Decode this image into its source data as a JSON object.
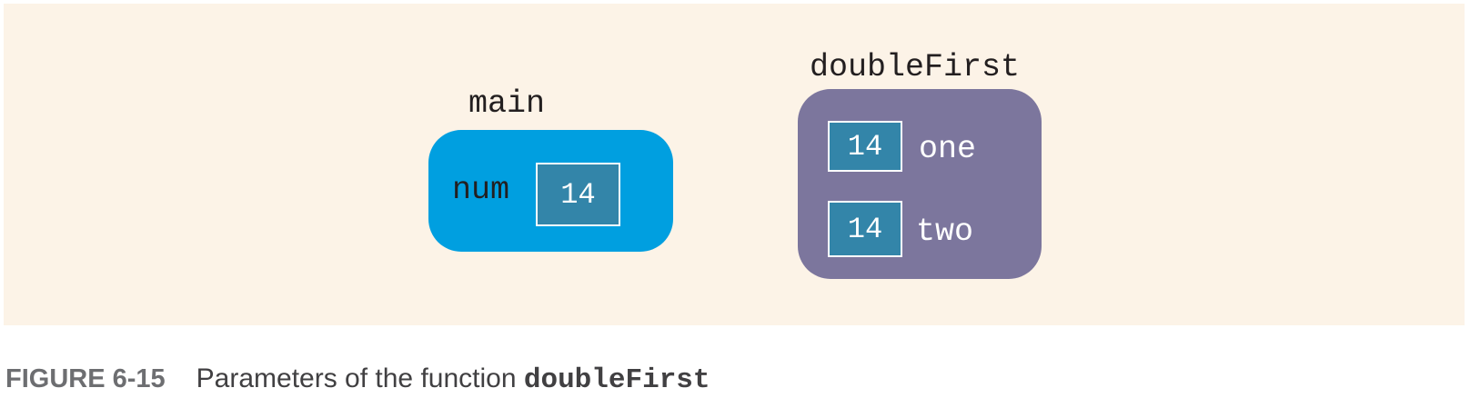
{
  "frames": {
    "main": {
      "title": "main",
      "variable": {
        "name": "num",
        "value": "14"
      }
    },
    "doubleFirst": {
      "title": "doubleFirst",
      "parameters": [
        {
          "name": "one",
          "value": "14"
        },
        {
          "name": "two",
          "value": "14"
        }
      ]
    }
  },
  "caption": {
    "number": "FIGURE 6-15",
    "text": "Parameters of the function ",
    "code": "doubleFirst"
  },
  "colors": {
    "background": "#fcf3e7",
    "main_frame": "#009fe0",
    "doubleFirst_frame": "#7c769d",
    "cell": "#3385a9"
  }
}
